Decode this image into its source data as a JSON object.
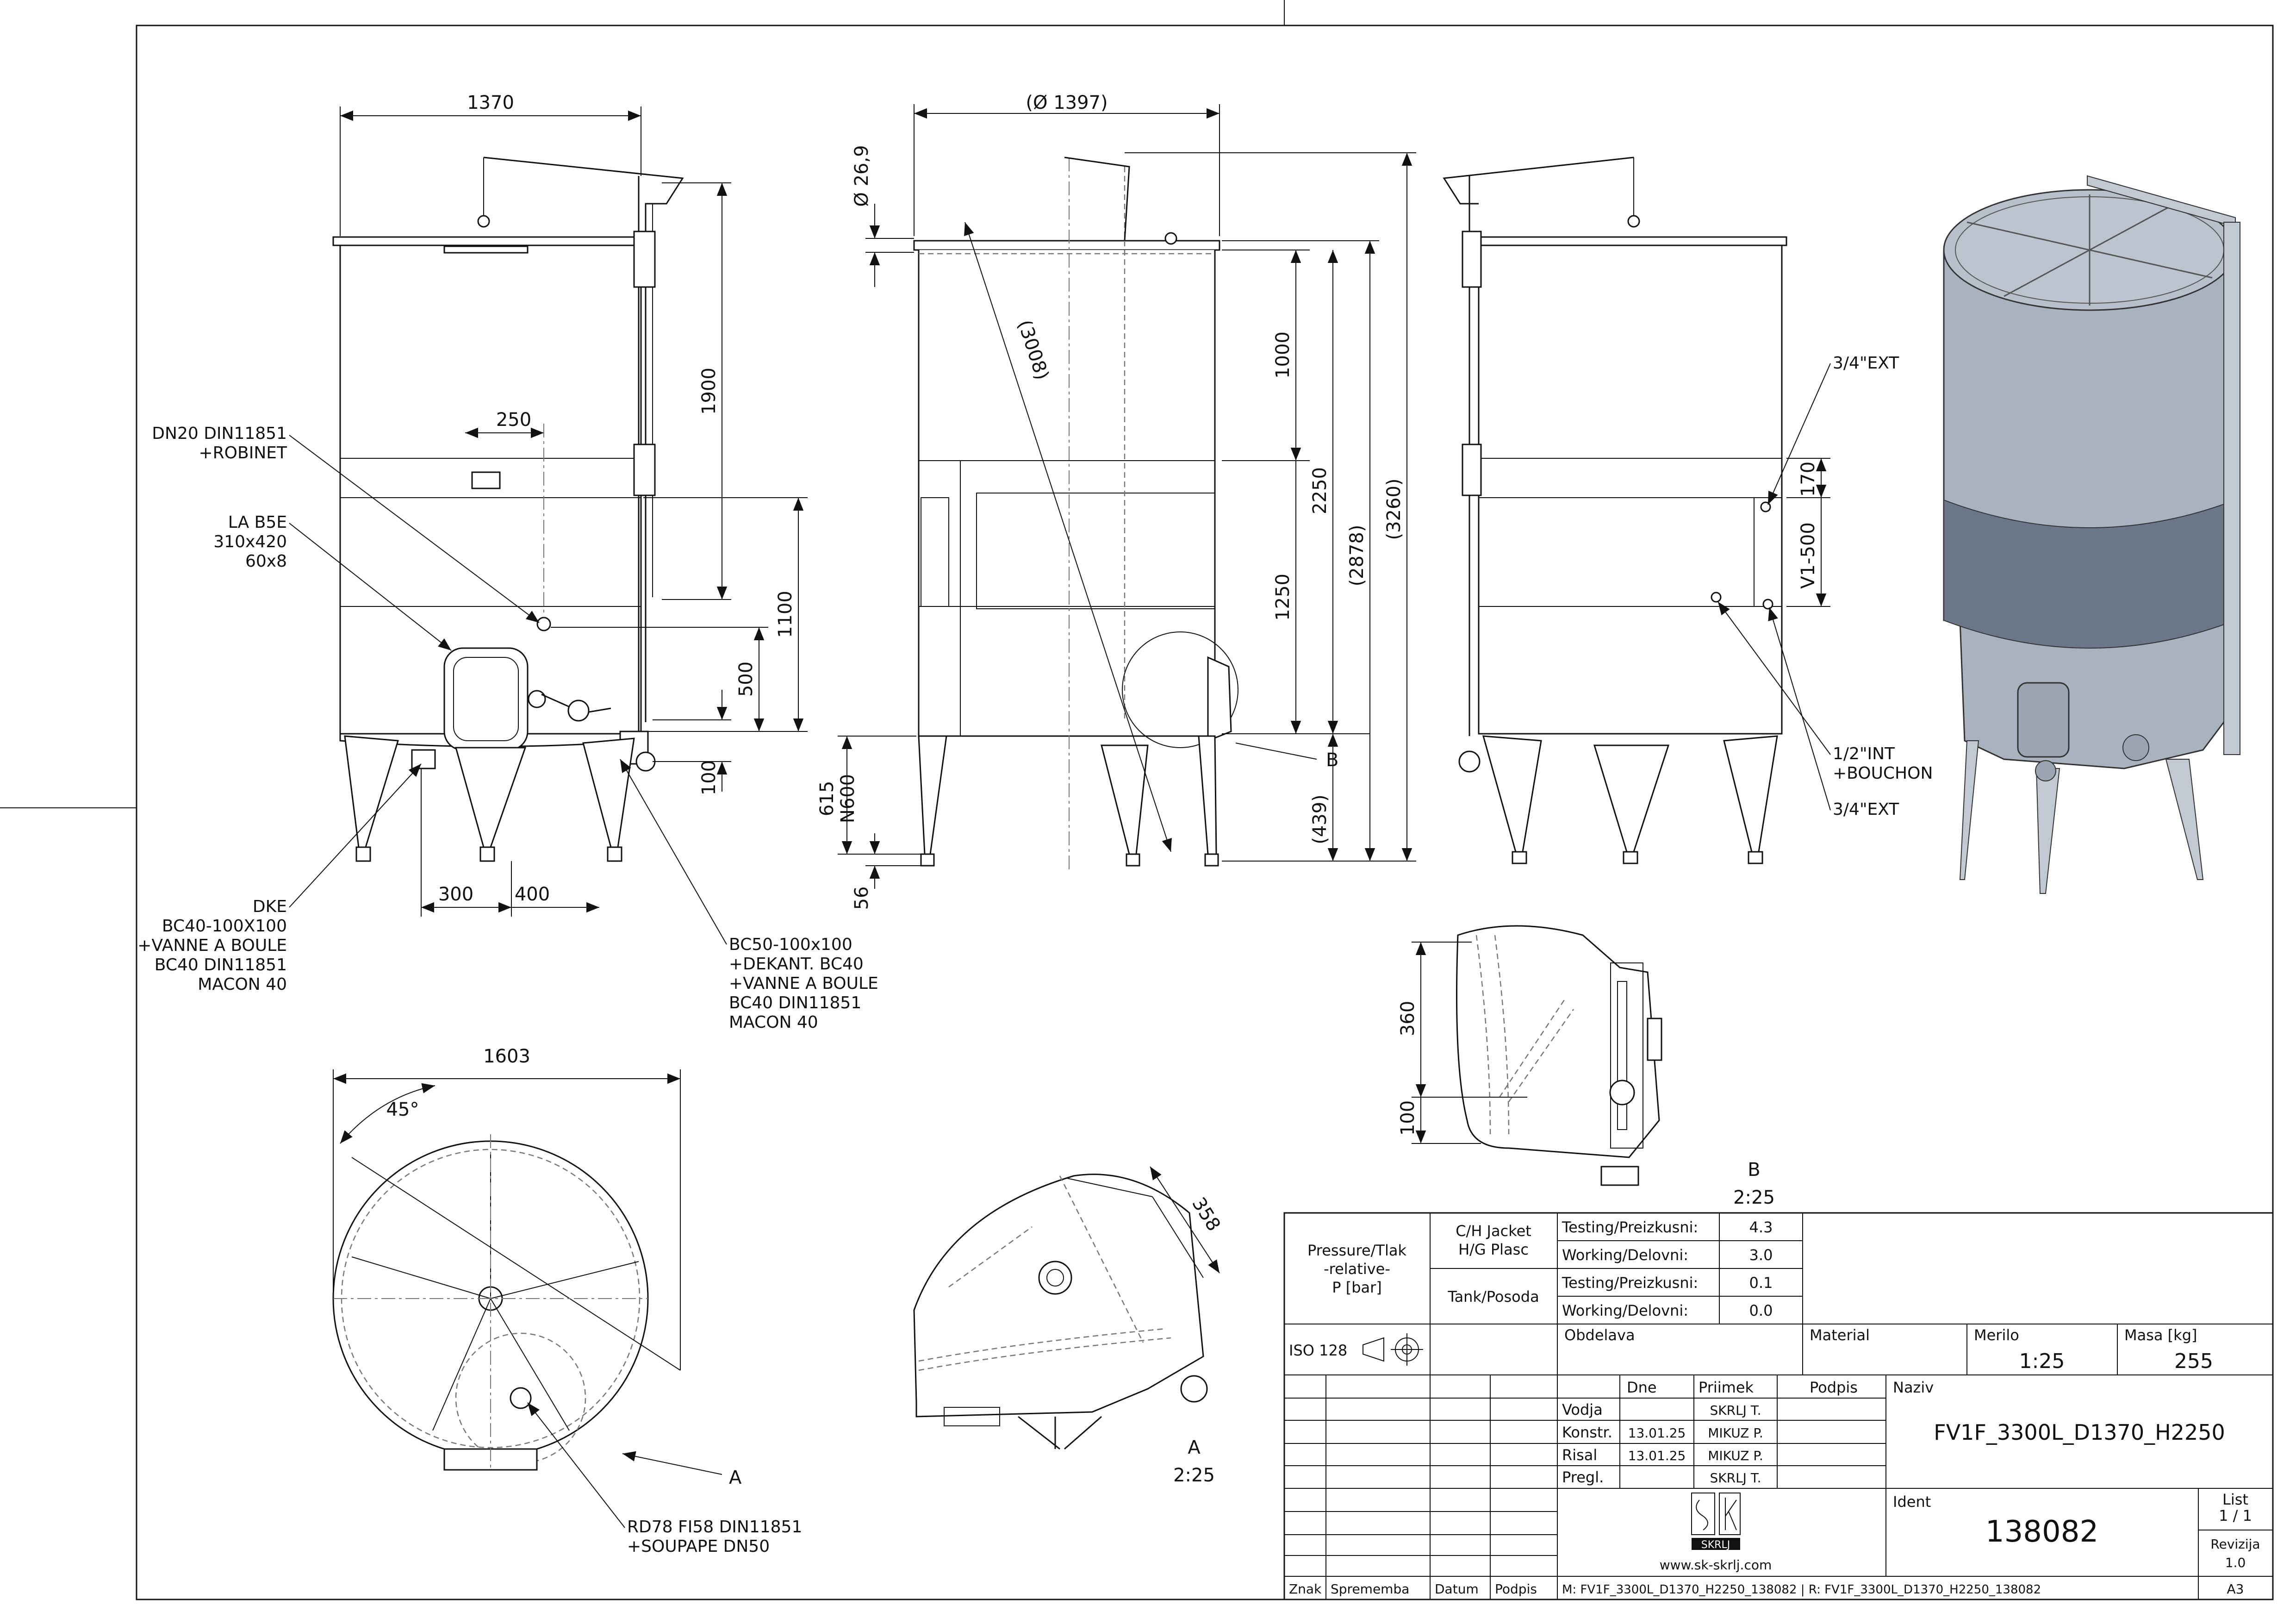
{
  "dims_front": {
    "width": "1370",
    "spacing": "250",
    "height_top": "1900",
    "height_mid": "1100",
    "height_door": "500",
    "height_bottom": "100",
    "leg1": "300",
    "leg2": "400"
  },
  "dims_side": {
    "diameter": "(Ø 1397)",
    "pipe": "Ø 26,9",
    "diag": "(3008)",
    "h1000": "1000",
    "h1250": "1250",
    "h2250": "2250",
    "h2878": "(2878)",
    "h3260": "(3260)",
    "h439": "(439)",
    "h615": "615",
    "n600": "N600",
    "h56": "56",
    "b_label": "B"
  },
  "dims_right": {
    "v1_500": "V1-500",
    "h170": "170"
  },
  "dims_top": {
    "d1603": "1603",
    "angle": "45°",
    "a_label": "A"
  },
  "dims_detail_a": {
    "d358": "358",
    "label": "A",
    "scale": "2:25"
  },
  "dims_detail_b": {
    "d360": "360",
    "d100": "100",
    "label": "B",
    "scale": "2:25"
  },
  "labels": {
    "dn20_1": "DN20 DIN11851",
    "dn20_2": "+ROBINET",
    "la_1": "LA B5E",
    "la_2": "310x420",
    "la_3": "60x8",
    "dke_1": "DKE",
    "dke_2": "BC40-100X100",
    "dke_3": "+VANNE A BOULE",
    "dke_4": "BC40 DIN11851",
    "dke_5": "MACON 40",
    "bc50_1": "BC50-100x100",
    "bc50_2": "+DEKANT. BC40",
    "bc50_3": "+VANNE A BOULE",
    "bc50_4": "BC40 DIN11851",
    "bc50_5": "MACON 40",
    "ext_1": "3/4\"EXT",
    "int_1": "1/2\"INT",
    "int_2": "+BOUCHON",
    "ext_2": "3/4\"EXT",
    "rd78_1": "RD78 FI58 DIN11851",
    "rd78_2": "+SOUPAPE DN50"
  },
  "titleblock": {
    "pressure_1": "Pressure/Tlak",
    "pressure_2": "-relative-",
    "pressure_3": "P [bar]",
    "jacket_1": "C/H Jacket",
    "jacket_2": "H/G Plasc",
    "tank": "Tank/Posoda",
    "testing1": "Testing/Preizkusni:",
    "val1": "4.3",
    "working1": "Working/Delovni:",
    "val2": "3.0",
    "testing2": "Testing/Preizkusni:",
    "val3": "0.1",
    "working2": "Working/Delovni:",
    "val4": "0.0",
    "iso": "ISO 128",
    "obdelava": "Obdelava",
    "material": "Material",
    "merilo": "Merilo",
    "merilo_val": "1:25",
    "masa": "Masa [kg]",
    "masa_val": "255",
    "dne": "Dne",
    "priimek": "Priimek",
    "podpis": "Podpis",
    "naziv": "Naziv",
    "naziv_val": "FV1F_3300L_D1370_H2250",
    "vodja": "Vodja",
    "vodja_name": "SKRLJ T.",
    "konstr": "Konstr.",
    "konstr_date": "13.01.25",
    "konstr_name": "MIKUZ P.",
    "risal": "Risal",
    "risal_date": "13.01.25",
    "risal_name": "MIKUZ P.",
    "pregl": "Pregl.",
    "pregl_name": "SKRLJ T.",
    "ident": "Ident",
    "ident_val": "138082",
    "list": "List",
    "list_val": "1 / 1",
    "revizija": "Revizija",
    "rev_val": "1.0",
    "logo_name": "SKRLJ",
    "web": "www.sk-skrlj.com",
    "znak": "Znak",
    "sprememba": "Sprememba",
    "datum": "Datum",
    "podpis2": "Podpis",
    "model_ref": "M: FV1F_3300L_D1370_H2250_138082 | R: FV1F_3300L_D1370_H2250_138082",
    "format": "A3"
  }
}
